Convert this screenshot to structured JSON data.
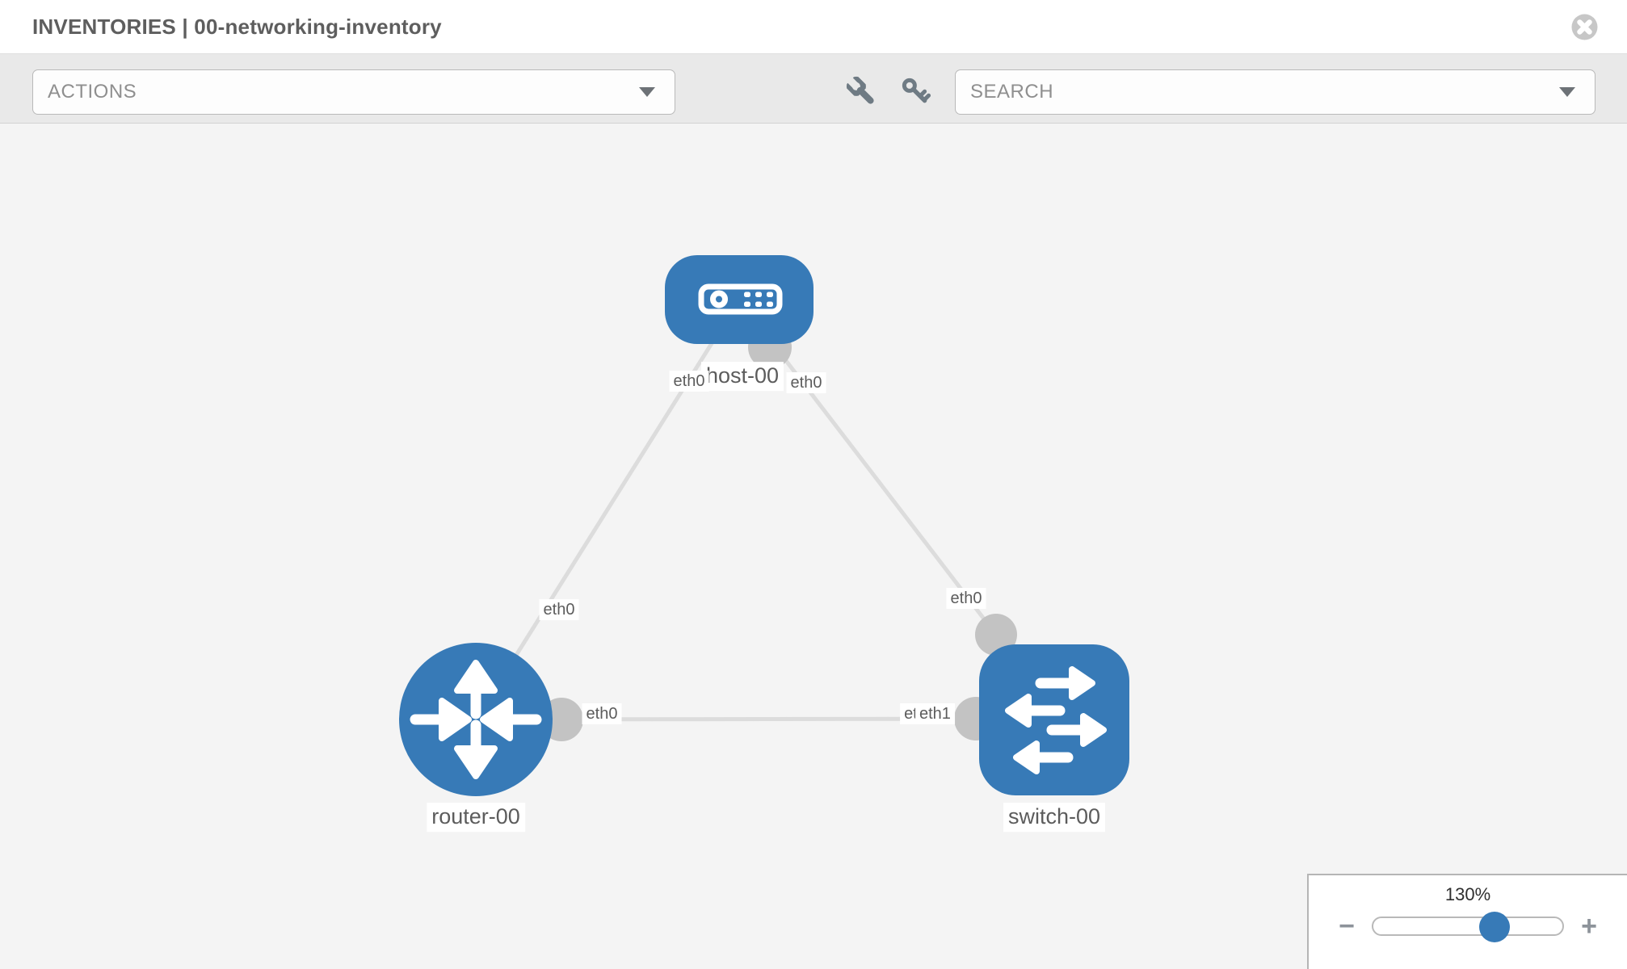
{
  "header": {
    "title": "INVENTORIES | 00-networking-inventory"
  },
  "toolbar": {
    "actions": {
      "label": "ACTIONS"
    },
    "search": {
      "label": "SEARCH"
    },
    "tools": [
      {
        "name": "wrench"
      },
      {
        "name": "key"
      }
    ]
  },
  "topology": {
    "nodes": [
      {
        "id": "host-00",
        "type": "host",
        "label": "host-00"
      },
      {
        "id": "router-00",
        "type": "router",
        "label": "router-00"
      },
      {
        "id": "switch-00",
        "type": "switch",
        "label": "switch-00"
      }
    ],
    "links": [
      {
        "from": "host-00",
        "to": "router-00",
        "from_interface": "eth0",
        "to_interface": "eth0"
      },
      {
        "from": "host-00",
        "to": "switch-00",
        "from_interface": "eth0",
        "to_interface": "eth0"
      },
      {
        "from": "router-00",
        "to": "switch-00",
        "from_interface": "eth0",
        "to_interface": "eth0",
        "to_interface_overlap": "eth1"
      }
    ],
    "colors": {
      "node": "#377ab7",
      "link": "#dcdcdc",
      "connector": "#c3c3c3"
    }
  },
  "zoom_control": {
    "level": "130%",
    "value_percent": 130,
    "minus_label": "−",
    "plus_label": "+"
  }
}
